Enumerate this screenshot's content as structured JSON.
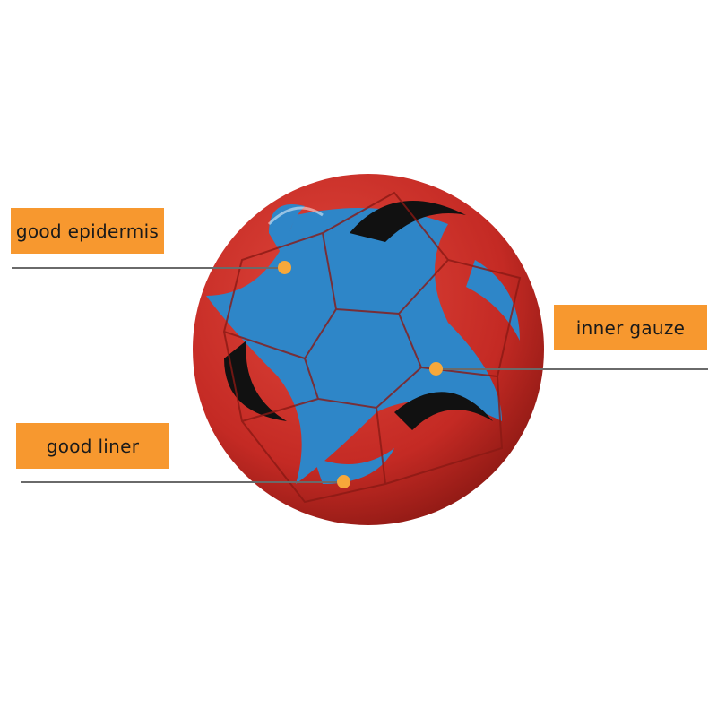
{
  "callouts": [
    {
      "label": "good epidermis"
    },
    {
      "label": "inner gauze"
    },
    {
      "label": "good liner"
    }
  ],
  "colors": {
    "label_background": "#f7982f",
    "dot": "#f7a83a",
    "ball_red": "#c8302a",
    "ball_blue": "#2e86c8",
    "ball_black": "#111111"
  }
}
